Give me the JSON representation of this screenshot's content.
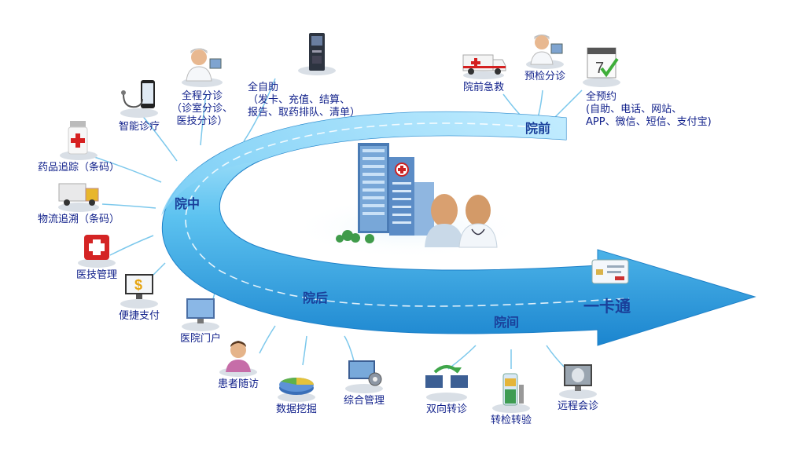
{
  "phases": {
    "pre": "院前",
    "in": "院中",
    "post": "院后",
    "between": "院间",
    "card": "一卡通"
  },
  "nodes": {
    "self_service": "全自助\n（发卡、充值、结算、\n报告、取药排队、清单）",
    "triage_all": "全程分诊\n（诊室分诊、\n医技分诊）",
    "smart": "智能诊疗",
    "drug_trace": "药品追踪（条码）",
    "logistics": "物流追溯（条码）",
    "tech_mgmt": "医技管理",
    "payment": "便捷支付",
    "portal": "医院门户",
    "followup": "患者随访",
    "mining": "数据挖掘",
    "integrated": "综合管理",
    "referral": "双向转诊",
    "test_transfer": "转检转验",
    "remote": "远程会诊",
    "emergency": "院前急救",
    "pre_triage": "预检分诊",
    "booking": "全预约\n(自助、电话、网站、\nAPP、微信、短信、支付宝)"
  },
  "icons": {
    "kiosk": "kiosk-icon",
    "nurse": "nurse-icon",
    "phone": "smartphone-stethoscope-icon",
    "pill": "pill-bottle-icon",
    "truck": "truck-icon",
    "medkit": "medical-kit-icon",
    "pay": "payment-monitor-icon",
    "portal": "monitor-icon",
    "patient": "patient-icon",
    "pie": "pie-chart-icon",
    "gear": "gear-monitor-icon",
    "referral": "referral-monitors-icon",
    "testtube": "test-tube-icon",
    "xray": "xray-monitor-icon",
    "ambulance": "ambulance-icon",
    "calendar": "calendar-icon",
    "card": "card-icon",
    "hospital": "hospital-doctors-icon"
  },
  "colors": {
    "arrow": "#2a9ee0",
    "arrow_light": "#9fdcf8",
    "label": "#0f1f8a",
    "phase": "#1a3f9a"
  }
}
